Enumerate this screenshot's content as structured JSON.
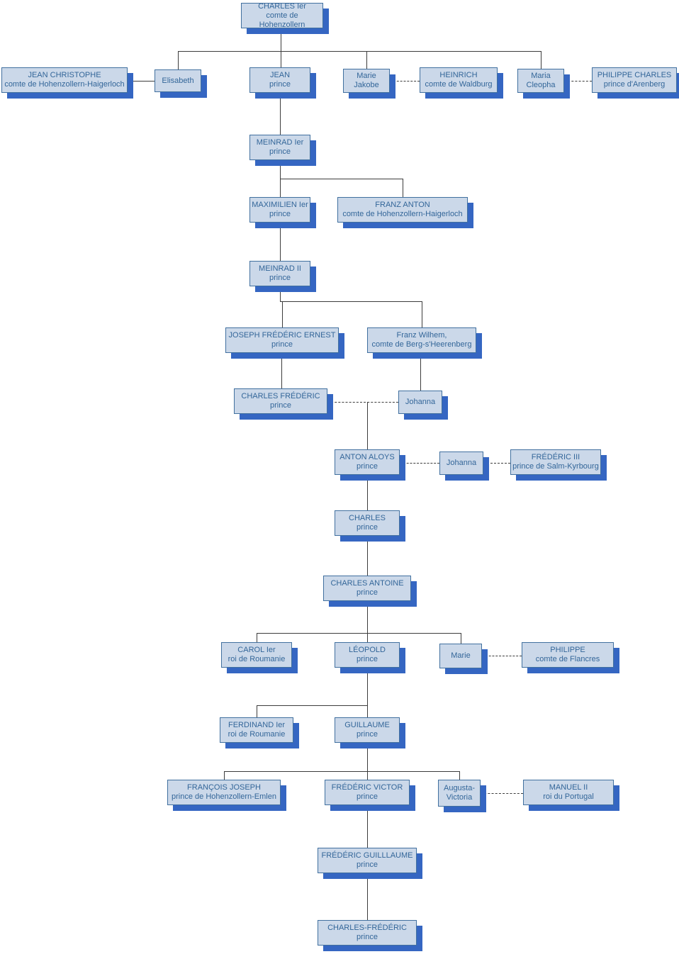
{
  "diagram": {
    "type": "family-tree"
  },
  "colors": {
    "box_fill": "#cbd8e9",
    "box_border": "#41709f",
    "box_text": "#336699",
    "box_shadow": "#3566c2",
    "line": "#3c3c3c"
  },
  "nodes": [
    {
      "id": "charles-1",
      "name": "CHARLES Ier",
      "title": "comte de Hohenzollern"
    },
    {
      "id": "jean-christophe",
      "name": "JEAN CHRISTOPHE",
      "title": "comte de Hohenzollern-Haigerloch"
    },
    {
      "id": "elisabeth",
      "name": "Elisabeth",
      "title": ""
    },
    {
      "id": "jean",
      "name": "JEAN",
      "title": "prince"
    },
    {
      "id": "marie-jakobe",
      "name": "Marie Jakobe",
      "title": ""
    },
    {
      "id": "heinrich",
      "name": "HEINRICH",
      "title": "comte de Waldburg"
    },
    {
      "id": "maria-cleopha",
      "name": "Maria Cleopha",
      "title": ""
    },
    {
      "id": "philippe-charles",
      "name": "PHILIPPE CHARLES",
      "title": "prince d'Arenberg"
    },
    {
      "id": "meinrad-1",
      "name": "MEINRAD Ier",
      "title": "prince"
    },
    {
      "id": "maximilien-1",
      "name": "MAXIMILIEN Ier",
      "title": "prince"
    },
    {
      "id": "franz-anton",
      "name": "FRANZ ANTON",
      "title": "comte de Hohenzollern-Haigerloch"
    },
    {
      "id": "meinrad-2",
      "name": "MEINRAD II",
      "title": "prince"
    },
    {
      "id": "joseph-frederic-ernest",
      "name": "JOSEPH FRÉDÉRIC ERNEST",
      "title": "prince"
    },
    {
      "id": "franz-wilhem",
      "name": "Franz Wilhem,",
      "title": "comte de Berg-s'Heerenberg"
    },
    {
      "id": "charles-frederic",
      "name": "CHARLES FRÉDÉRIC",
      "title": "prince"
    },
    {
      "id": "johanna-1",
      "name": "Johanna",
      "title": ""
    },
    {
      "id": "anton-aloys",
      "name": "ANTON ALOYS",
      "title": "prince"
    },
    {
      "id": "johanna-2",
      "name": "Johanna",
      "title": ""
    },
    {
      "id": "frederic-3",
      "name": "FRÉDÉRIC III",
      "title": "prince de Salm-Kyrbourg"
    },
    {
      "id": "charles-2",
      "name": "CHARLES",
      "title": "prince"
    },
    {
      "id": "charles-antoine",
      "name": "CHARLES ANTOINE",
      "title": "prince"
    },
    {
      "id": "carol-1",
      "name": "CAROL Ier",
      "title": "roi de Roumanie"
    },
    {
      "id": "leopold",
      "name": "LÉOPOLD",
      "title": "prince"
    },
    {
      "id": "marie",
      "name": "Marie",
      "title": ""
    },
    {
      "id": "philippe",
      "name": "PHILIPPE",
      "title": "comte de Flancres"
    },
    {
      "id": "ferdinand-1",
      "name": "FERDINAND Ier",
      "title": "roi de Roumanie"
    },
    {
      "id": "guillaume",
      "name": "GUILLAUME",
      "title": "prince"
    },
    {
      "id": "francois-joseph",
      "name": "FRANÇOIS JOSEPH",
      "title": "prince de Hohenzollern-Emlen"
    },
    {
      "id": "frederic-victor",
      "name": "FRÉDÉRIC VICTOR",
      "title": "prince"
    },
    {
      "id": "augusta-victoria",
      "name": "Augusta-Victoria",
      "title": ""
    },
    {
      "id": "manuel-2",
      "name": "MANUEL II",
      "title": "roi du Portugal"
    },
    {
      "id": "frederic-guillaume",
      "name": "FRÉDÉRIC GUILLLAUME",
      "title": "prince"
    },
    {
      "id": "charles-frederic-jr",
      "name": "CHARLES-FRÉDÉRIC",
      "title": "prince"
    }
  ],
  "edges": [
    {
      "from": "charles-1",
      "to": "elisabeth",
      "type": "descent"
    },
    {
      "from": "charles-1",
      "to": "jean",
      "type": "descent"
    },
    {
      "from": "charles-1",
      "to": "marie-jakobe",
      "type": "descent"
    },
    {
      "from": "charles-1",
      "to": "maria-cleopha",
      "type": "descent"
    },
    {
      "from": "jean-christophe",
      "to": "elisabeth",
      "type": "marriage"
    },
    {
      "from": "marie-jakobe",
      "to": "heinrich",
      "type": "marriage"
    },
    {
      "from": "maria-cleopha",
      "to": "philippe-charles",
      "type": "marriage"
    },
    {
      "from": "jean",
      "to": "meinrad-1",
      "type": "descent"
    },
    {
      "from": "meinrad-1",
      "to": "maximilien-1",
      "type": "descent"
    },
    {
      "from": "meinrad-1",
      "to": "franz-anton",
      "type": "descent"
    },
    {
      "from": "maximilien-1",
      "to": "meinrad-2",
      "type": "descent"
    },
    {
      "from": "meinrad-2",
      "to": "joseph-frederic-ernest",
      "type": "descent"
    },
    {
      "from": "meinrad-2",
      "to": "franz-wilhem",
      "type": "descent"
    },
    {
      "from": "joseph-frederic-ernest",
      "to": "charles-frederic",
      "type": "descent"
    },
    {
      "from": "franz-wilhem",
      "to": "johanna-1",
      "type": "descent"
    },
    {
      "from": "charles-frederic",
      "to": "johanna-1",
      "type": "marriage"
    },
    {
      "from": "charles-frederic",
      "to": "anton-aloys",
      "type": "descent"
    },
    {
      "from": "anton-aloys",
      "to": "johanna-2",
      "type": "marriage"
    },
    {
      "from": "johanna-2",
      "to": "frederic-3",
      "type": "marriage"
    },
    {
      "from": "anton-aloys",
      "to": "charles-2",
      "type": "descent"
    },
    {
      "from": "charles-2",
      "to": "charles-antoine",
      "type": "descent"
    },
    {
      "from": "charles-antoine",
      "to": "carol-1",
      "type": "descent"
    },
    {
      "from": "charles-antoine",
      "to": "leopold",
      "type": "descent"
    },
    {
      "from": "charles-antoine",
      "to": "marie",
      "type": "descent"
    },
    {
      "from": "marie",
      "to": "philippe",
      "type": "marriage"
    },
    {
      "from": "leopold",
      "to": "ferdinand-1",
      "type": "descent"
    },
    {
      "from": "leopold",
      "to": "guillaume",
      "type": "descent"
    },
    {
      "from": "guillaume",
      "to": "francois-joseph",
      "type": "descent"
    },
    {
      "from": "guillaume",
      "to": "frederic-victor",
      "type": "descent"
    },
    {
      "from": "guillaume",
      "to": "augusta-victoria",
      "type": "descent"
    },
    {
      "from": "augusta-victoria",
      "to": "manuel-2",
      "type": "marriage"
    },
    {
      "from": "frederic-victor",
      "to": "frederic-guillaume",
      "type": "descent"
    },
    {
      "from": "frederic-guillaume",
      "to": "charles-frederic-jr",
      "type": "descent"
    }
  ]
}
